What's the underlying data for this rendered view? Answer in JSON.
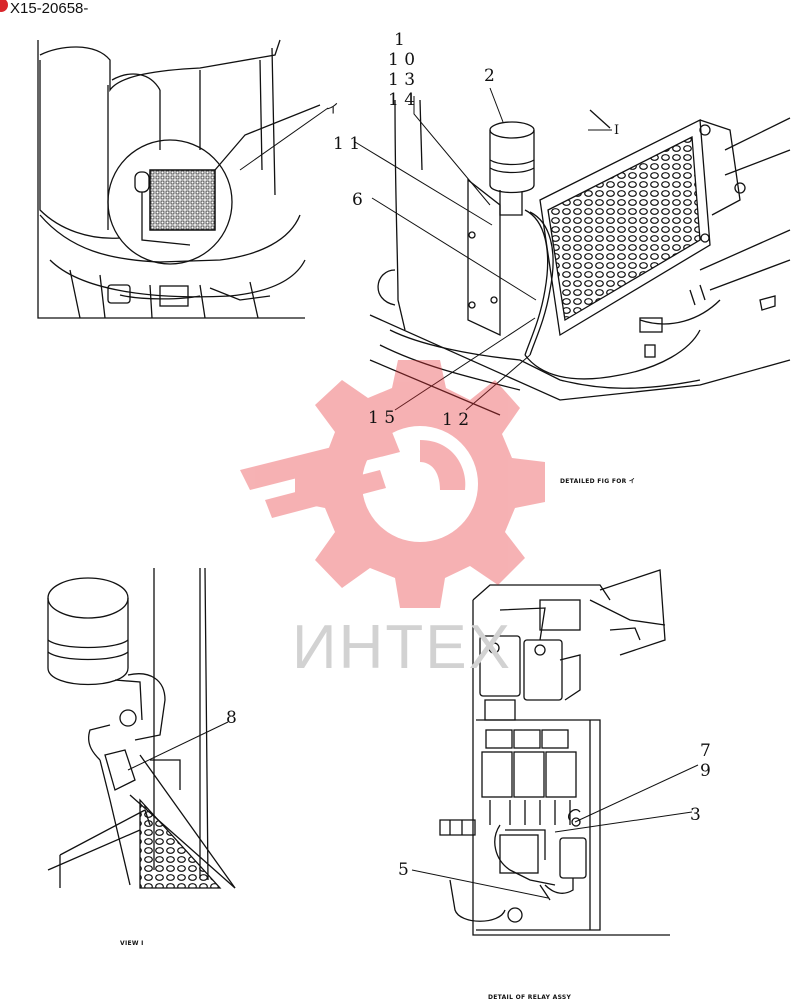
{
  "doc_id": "X15-20658-",
  "watermark": "ИНТЕХ",
  "callouts": {
    "c1": "1",
    "c10": "1 0",
    "c13": "1 3",
    "c14": "1 4",
    "c2": "2",
    "cI": "I",
    "c11": "1 1",
    "c6": "6",
    "c15": "1 5",
    "c12": "1 2",
    "c8": "8",
    "c7": "7",
    "c9": "9",
    "c3": "3",
    "c5": "5",
    "cI_small": "イ"
  },
  "captions": {
    "detail_fig": "DETAILED FIG FOR イ",
    "view": "VIEW I",
    "relay": "DETAIL OF RELAY ASSY"
  },
  "colors": {
    "watermark": "#e8353a",
    "line": "#111111"
  }
}
